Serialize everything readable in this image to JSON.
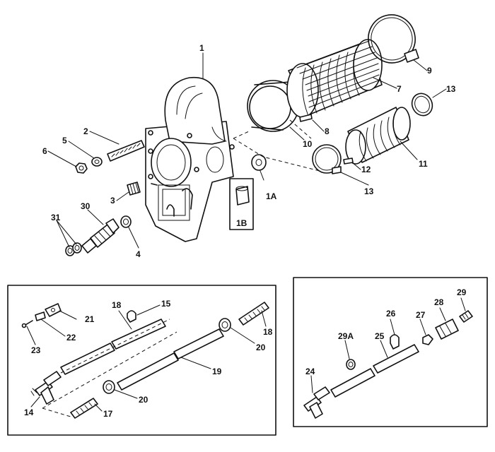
{
  "callouts": {
    "c1": "1",
    "c2": "2",
    "c3": "3",
    "c4": "4",
    "c5": "5",
    "c6": "6",
    "c7": "7",
    "c8": "8",
    "c9": "9",
    "c10": "10",
    "c11": "11",
    "c12": "12",
    "c13a": "13",
    "c13b": "13",
    "c1a": "1A",
    "c1b": "1B",
    "c14": "14",
    "c15": "15",
    "c17": "17",
    "c18a": "18",
    "c18b": "18",
    "c19": "19",
    "c20a": "20",
    "c20b": "20",
    "c21": "21",
    "c22": "22",
    "c23": "23",
    "c24": "24",
    "c25": "25",
    "c26": "26",
    "c27": "27",
    "c28": "28",
    "c29": "29",
    "c29a": "29A",
    "c30": "30",
    "c31": "31"
  }
}
